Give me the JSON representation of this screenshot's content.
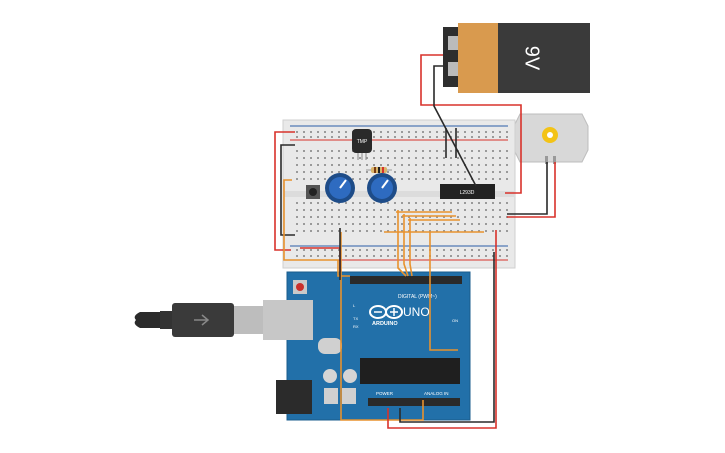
{
  "canvas": {
    "background": "#ffffff"
  },
  "battery": {
    "label": "9V",
    "body_color": "#3a3a3a",
    "cap_color": "#d99a4e"
  },
  "motor": {
    "name": "DC motor",
    "body_color": "#d8d8d8",
    "shaft_color": "#f3c316"
  },
  "breadboard": {
    "color": "#e9e9e9",
    "rail_red": "#d8322b",
    "rail_blue": "#2b5da8"
  },
  "chip_l293": {
    "label": "L293D"
  },
  "sensor": {
    "label": "TMP"
  },
  "arduino": {
    "brand": "ARDUINO",
    "model": "UNO",
    "digital_label": "DIGITAL (PWM~)",
    "power_label": "POWER",
    "analog_label": "ANALOG IN",
    "on_label": "ON",
    "tx_label": "TX",
    "rx_label": "RX",
    "l_label": "L",
    "board_color": "#2270a9"
  },
  "wire_colors": {
    "orange": "#e8922e",
    "red": "#d8322b",
    "black": "#2a2a2a"
  }
}
